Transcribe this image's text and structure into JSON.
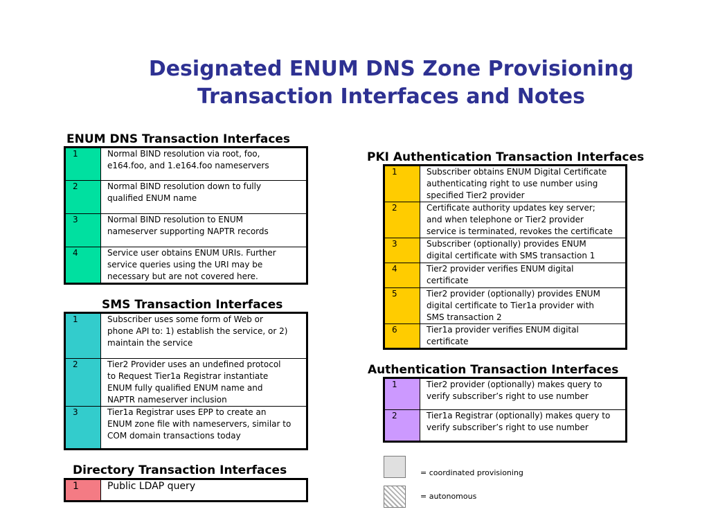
{
  "title": {
    "line1": "Designated ENUM DNS Zone Provisioning",
    "line2": "Transaction Interfaces and Notes"
  },
  "enum_dns": {
    "heading": "ENUM DNS Transaction Interfaces",
    "color": "#00e0a0",
    "rows": [
      {
        "num": "1",
        "lines": [
          "Normal BIND resolution via root, foo,",
          "e164.foo, and 1.e164.foo nameservers"
        ]
      },
      {
        "num": "2",
        "lines": [
          "Normal BIND resolution down to fully",
          "qualified ENUM name"
        ]
      },
      {
        "num": "3",
        "lines": [
          "Normal BIND resolution to ENUM",
          "nameserver supporting NAPTR records"
        ]
      },
      {
        "num": "4",
        "lines": [
          "Service user obtains ENUM URIs.  Further",
          "service queries using the URI may be",
          "necessary but are not covered here."
        ]
      }
    ]
  },
  "sms": {
    "heading": "SMS Transaction Interfaces",
    "color": "#33cccc",
    "rows": [
      {
        "num": "1",
        "lines": [
          "Subscriber uses some form of Web or",
          "phone API to: 1) establish the service, or 2)",
          "maintain the service"
        ]
      },
      {
        "num": "2",
        "lines": [
          "Tier2 Provider uses an undefined protocol",
          "to Request Tier1a Registrar instantiate",
          "ENUM fully qualified ENUM name and",
          "NAPTR nameserver inclusion"
        ]
      },
      {
        "num": "3",
        "lines": [
          "Tier1a Registrar uses EPP to create an",
          "ENUM zone file with nameservers, similar to",
          "COM domain transactions today"
        ]
      }
    ]
  },
  "directory": {
    "heading": "Directory Transaction Interfaces",
    "color": "#f47b84",
    "rows": [
      {
        "num": "1",
        "lines": [
          "Public LDAP query"
        ]
      }
    ]
  },
  "pki": {
    "heading": "PKI Authentication Transaction Interfaces",
    "color": "#ffcc00",
    "rows": [
      {
        "num": "1",
        "lines": [
          "Subscriber obtains ENUM Digital Certificate",
          "authenticating right to use number using",
          "specified Tier2 provider"
        ]
      },
      {
        "num": "2",
        "lines": [
          "Certificate authority updates key server;",
          "and when telephone or Tier2 provider",
          "service is terminated, revokes the certificate"
        ]
      },
      {
        "num": "3",
        "lines": [
          "Subscriber (optionally) provides ENUM",
          "digital certificate with SMS transaction 1"
        ]
      },
      {
        "num": "4",
        "lines": [
          "Tier2 provider verifies ENUM digital",
          "certificate"
        ]
      },
      {
        "num": "5",
        "lines": [
          "Tier2 provider (optionally) provides ENUM",
          "digital certificate to Tier1a provider with",
          "SMS transaction 2"
        ]
      },
      {
        "num": "6",
        "lines": [
          "Tier1a provider verifies ENUM digital",
          "certificate"
        ]
      }
    ]
  },
  "auth": {
    "heading": "Authentication Transaction Interfaces",
    "color": "#cc99ff",
    "rows": [
      {
        "num": "1",
        "lines": [
          "Tier2 provider (optionally) makes query to",
          "verify subscriber’s right to use number"
        ]
      },
      {
        "num": "2",
        "lines": [
          "Tier1a Registrar (optionally) makes query to",
          "verify subscriber’s right to use number"
        ]
      }
    ]
  },
  "legend": {
    "coordinated": "= coordinated provisioning",
    "autonomous": "= autonomous"
  }
}
